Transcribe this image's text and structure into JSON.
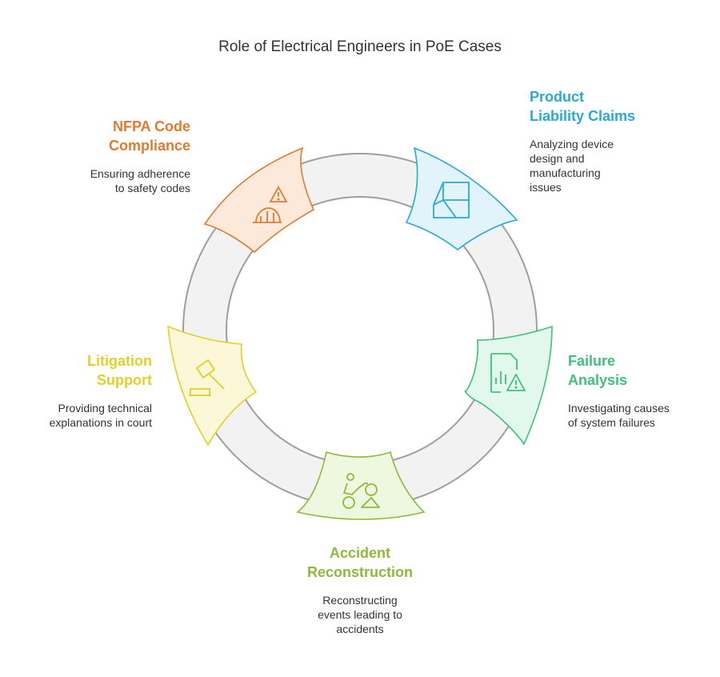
{
  "title": "Role of Electrical Engineers in PoE Cases",
  "colors": {
    "ring_fill": "#f2f2f2",
    "ring_stroke": "#9e9e9e"
  },
  "segments": [
    {
      "id": "nfpa",
      "heading": "NFPA Code\nCompliance",
      "description": "Ensuring adherence\nto safety codes",
      "icon": "warning-construction-icon",
      "color": "#e07b30",
      "fill": "#fde9d9"
    },
    {
      "id": "product",
      "heading": "Product\nLiability Claims",
      "description": "Analyzing device\ndesign and\nmanufacturing\nissues",
      "icon": "blueprint-icon",
      "color": "#2aa8d8",
      "fill": "#e1f4fb"
    },
    {
      "id": "failure",
      "heading": "Failure\nAnalysis",
      "description": "Investigating causes\nof system failures",
      "icon": "report-warning-icon",
      "color": "#3ec17c",
      "fill": "#e3f8ec"
    },
    {
      "id": "accident",
      "heading": "Accident\nReconstruction",
      "description": "Reconstructing\nevents leading to\naccidents",
      "icon": "motorcycle-accident-icon",
      "color": "#8cba3c",
      "fill": "#eef8df"
    },
    {
      "id": "litigation",
      "heading": "Litigation\nSupport",
      "description": "Providing technical\nexplanations in court",
      "icon": "gavel-icon",
      "color": "#e3cf2a",
      "fill": "#fcf7d6"
    }
  ]
}
